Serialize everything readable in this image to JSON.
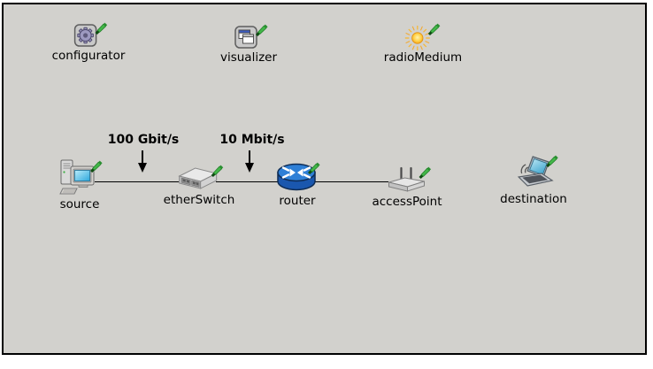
{
  "canvas": {
    "background_color": "#d2d1cd",
    "border_color": "#000000",
    "link_color": "#000000",
    "label_color": "#000000"
  },
  "top_modules": [
    {
      "label": "configurator",
      "icon": "gear-icon"
    },
    {
      "label": "visualizer",
      "icon": "overlapping-windows-icon"
    },
    {
      "label": "radioMedium",
      "icon": "sun-icon"
    }
  ],
  "network_nodes": [
    {
      "label": "source",
      "icon": "desktop-computer-icon"
    },
    {
      "label": "etherSwitch",
      "icon": "ethernet-switch-icon"
    },
    {
      "label": "router",
      "icon": "router-icon"
    },
    {
      "label": "accessPoint",
      "icon": "access-point-icon"
    },
    {
      "label": "destination",
      "icon": "laptop-icon"
    }
  ],
  "link_annotations": [
    {
      "label": "100 Gbit/s"
    },
    {
      "label": "10 Mbit/s"
    }
  ]
}
